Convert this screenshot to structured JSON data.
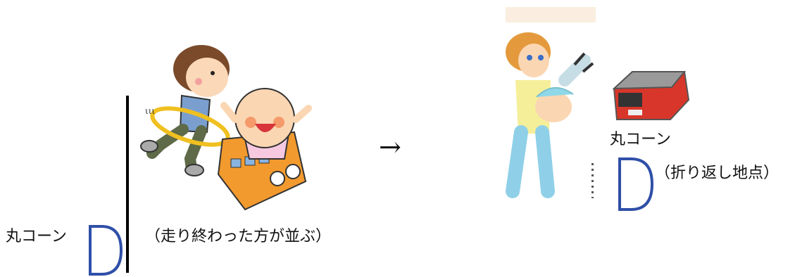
{
  "labels": {
    "cone_left": "丸コーン",
    "waiting_note": "（走り終わった方が並ぶ）",
    "arrow": "→",
    "cone_right": "丸コーン",
    "turn_point": "（折り返し地点）"
  },
  "colors": {
    "cone_outline": "#2f4fa8",
    "start_line": "#000000"
  },
  "icons": {
    "left_illustration": "boy-running-with-hoop-and-baby-in-box-train",
    "right_illustration": "adult-lifting-child",
    "right_object": "red-box-train"
  }
}
